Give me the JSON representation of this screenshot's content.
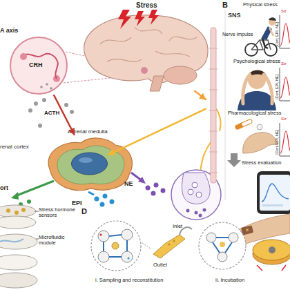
{
  "diagram": {
    "nodes": [
      {
        "text": [
          "Stress"
        ]
      },
      {
        "text": [
          "SNS",
          "Nerve impulse"
        ]
      },
      {
        "text": [
          "CRH"
        ]
      },
      {
        "text": [
          "renal cortex"
        ]
      },
      {
        "text": [
          "Adrenal medulla"
        ],
        "in": 3
      }
    ],
    "edges": [
      {
        "from": 0,
        "to": 1,
        "arrow": "to"
      },
      {
        "from": 1,
        "to": 4,
        "arrow": "to"
      },
      {
        "from": 2,
        "to": 3,
        "label": "ACTH",
        "arrow": "to"
      }
    ],
    "labels": [
      "A axis",
      "ort",
      "EPI",
      "NE",
      "B",
      "Physical stress",
      "Str",
      "[Cort, EPI, NE]",
      "Psychological stress",
      "Str",
      "[Cort, EPI, NE]",
      "Pharmacological stress",
      "Str",
      "[Cort, EPI, NE]",
      "Stress evaluation",
      "Stress hormone sensors",
      "Microfluidic module",
      "D",
      "i. Sampling and reconstitution",
      "Inlet",
      "Outlet",
      "ii. Incubation"
    ]
  }
}
